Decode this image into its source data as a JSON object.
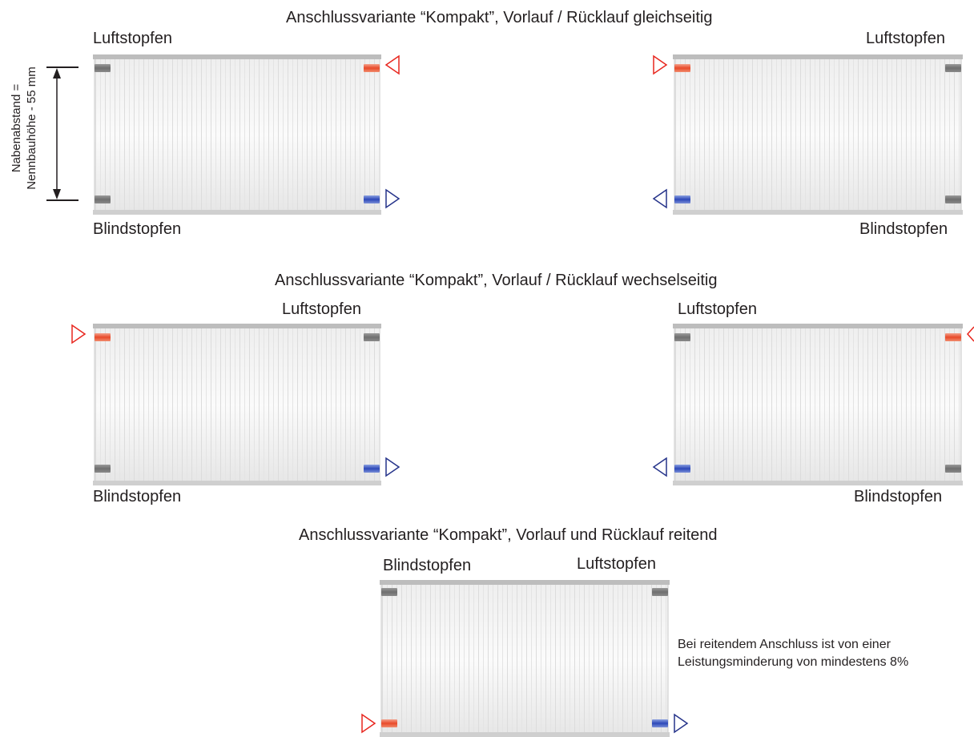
{
  "sections": [
    {
      "heading": "Anschlussvariante “Kompakt”, Vorlauf / Rücklauf gleichseitig",
      "diagrams": [
        {
          "top_label": "Luftstopfen",
          "bottom_label": "Blindstopfen"
        },
        {
          "top_label": "Luftstopfen",
          "bottom_label": "Blindstopfen"
        }
      ]
    },
    {
      "heading": "Anschlussvariante “Kompakt”, Vorlauf / Rücklauf wechselseitig",
      "diagrams": [
        {
          "top_label": "Luftstopfen",
          "bottom_label": "Blindstopfen"
        },
        {
          "top_label": "Luftstopfen",
          "bottom_label": "Blindstopfen"
        }
      ]
    },
    {
      "heading": "Anschlussvariante “Kompakt”, Vorlauf und Rücklauf reitend",
      "diagrams": [
        {
          "top_left_label": "Blindstopfen",
          "top_right_label": "Luftstopfen"
        }
      ]
    }
  ],
  "dimension": {
    "line1": "Nabenabstand =",
    "line2": "Nennbauhöhe - 55 mm"
  },
  "note": {
    "line1": "Bei reitendem Anschluss ist von einer",
    "line2": "Leistungsminderung von mindestens 8%"
  },
  "colors": {
    "supply": "#e8261e",
    "return": "#25338a",
    "text": "#231f20"
  }
}
